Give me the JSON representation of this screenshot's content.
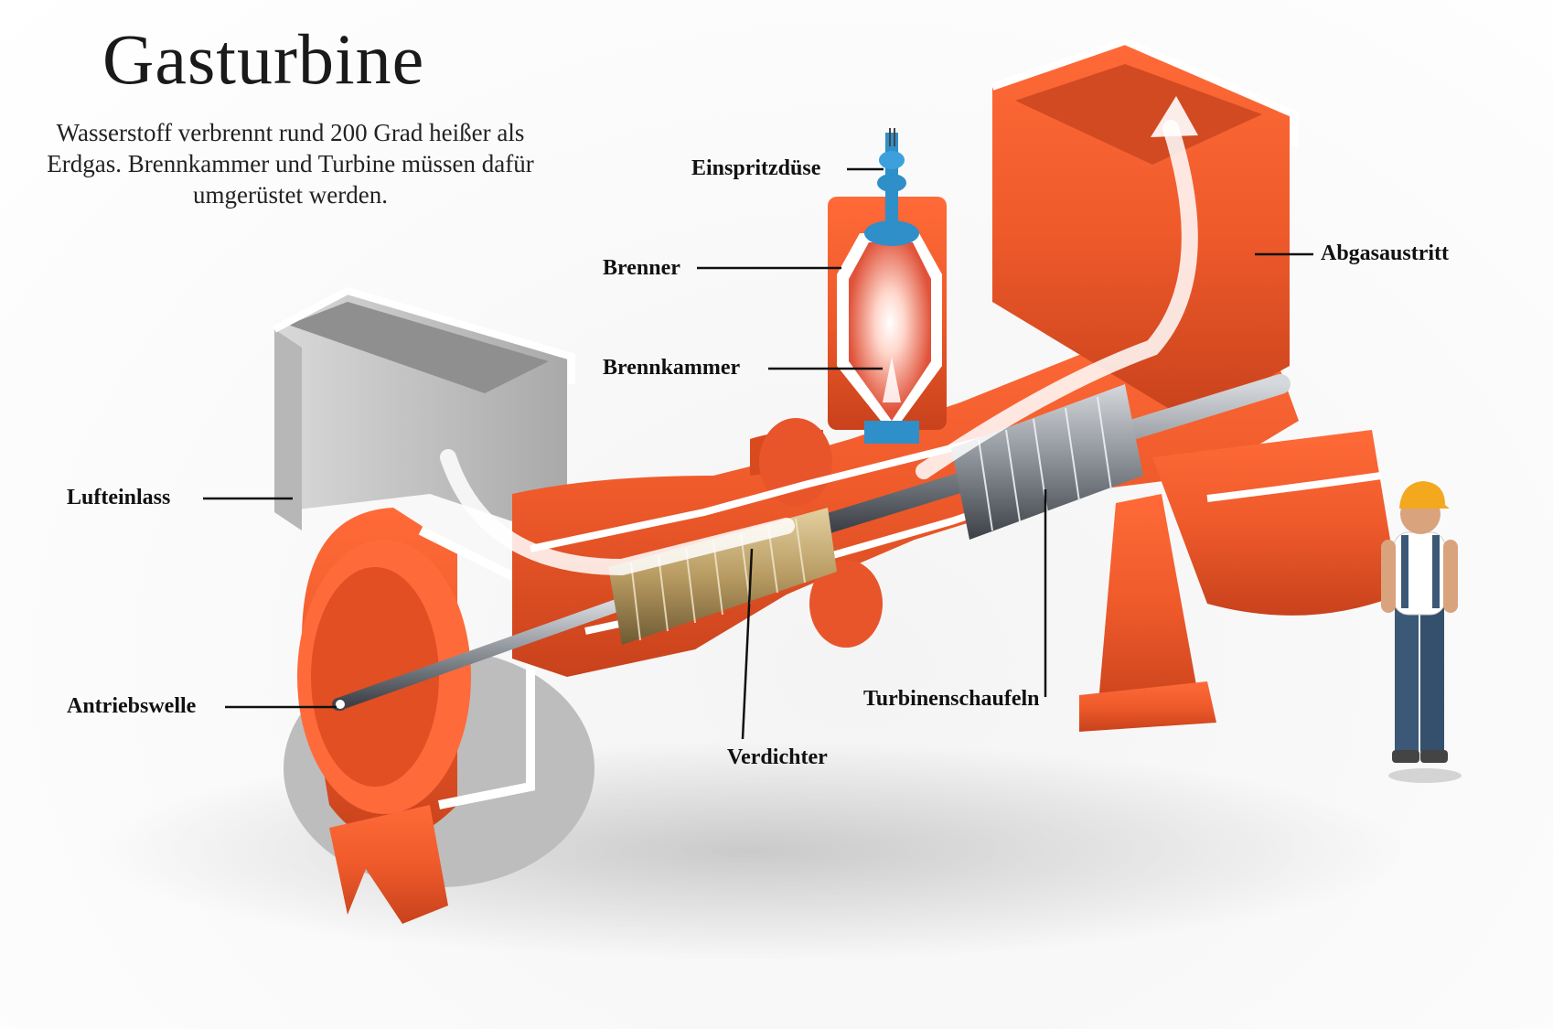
{
  "title": "Gasturbine",
  "subtitle": "Wasserstoff verbrennt rund 200 Grad heißer als Erdgas. Brennkammer und Turbine müssen dafür umgerüstet werden.",
  "labels": {
    "einspritzduese": "Einspritzdüse",
    "brenner": "Brenner",
    "brennkammer": "Brennkammer",
    "abgasaustritt": "Abgasaustritt",
    "lufteinlass": "Lufteinlass",
    "antriebswelle": "Antriebswelle",
    "turbinenschaufeln": "Turbinenschaufeln",
    "verdichter": "Verdichter"
  },
  "colors": {
    "casing": "#ef5a2b",
    "casing_dark": "#c8421c",
    "inlet_grey": "#c9c9c9",
    "injector_blue": "#2f8fc9",
    "compressor_gold": "#b89b62",
    "shaft_steel": "#8a8f96",
    "helmet": "#f3a81d",
    "overalls": "#3b5877"
  }
}
